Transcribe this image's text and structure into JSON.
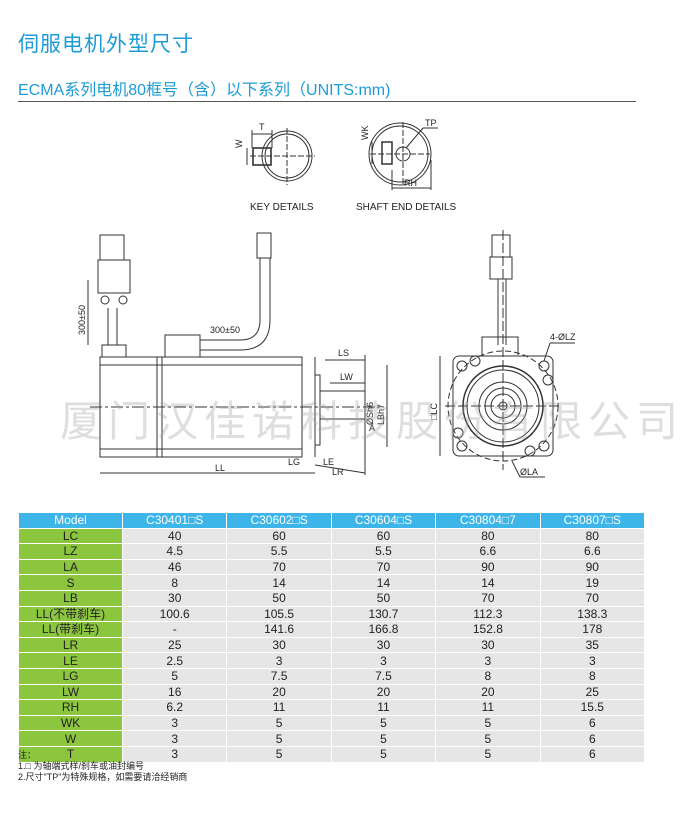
{
  "title": "伺服电机外型尺寸",
  "subtitle": "ECMA系列电机80框号（含）以下系列（UNITS:mm)",
  "drawing_labels": {
    "key_details": "KEY DETAILS",
    "shaft_end_details": "SHAFT END DETAILS",
    "T": "T",
    "W": "W",
    "WK": "WK",
    "TP": "TP",
    "RH": "RH",
    "cable1": "300±50",
    "cable2": "300±50",
    "LS": "LS",
    "LW": "LW",
    "S": "ØSh6",
    "LB": "LBh7",
    "A": "A",
    "LG": "LG",
    "LE": "LE",
    "LL": "LL",
    "LR": "LR",
    "LZ": "4-ØLZ",
    "LC": "□LC",
    "LA": "ØLA"
  },
  "watermark": "厦门汉佳诺科技股份有限公司",
  "table": {
    "headers": [
      "Model",
      "C30401□S",
      "C30602□S",
      "C30604□S",
      "C30804□7",
      "C30807□S"
    ],
    "rows": [
      [
        "LC",
        "40",
        "60",
        "60",
        "80",
        "80"
      ],
      [
        "LZ",
        "4.5",
        "5.5",
        "5.5",
        "6.6",
        "6.6"
      ],
      [
        "LA",
        "46",
        "70",
        "70",
        "90",
        "90"
      ],
      [
        "S",
        "8",
        "14",
        "14",
        "14",
        "19"
      ],
      [
        "LB",
        "30",
        "50",
        "50",
        "70",
        "70"
      ],
      [
        "LL(不带刹车)",
        "100.6",
        "105.5",
        "130.7",
        "112.3",
        "138.3"
      ],
      [
        "LL(带刹车)",
        "-",
        "141.6",
        "166.8",
        "152.8",
        "178"
      ],
      [
        "LR",
        "25",
        "30",
        "30",
        "30",
        "35"
      ],
      [
        "LE",
        "2.5",
        "3",
        "3",
        "3",
        "3"
      ],
      [
        "LG",
        "5",
        "7.5",
        "7.5",
        "8",
        "8"
      ],
      [
        "LW",
        "16",
        "20",
        "20",
        "20",
        "25"
      ],
      [
        "RH",
        "6.2",
        "11",
        "11",
        "11",
        "15.5"
      ],
      [
        "WK",
        "3",
        "5",
        "5",
        "5",
        "6"
      ],
      [
        "W",
        "3",
        "5",
        "5",
        "5",
        "6"
      ],
      [
        "T",
        "3",
        "5",
        "5",
        "5",
        "6"
      ]
    ]
  },
  "notes": [
    "注：",
    "1.□ 为轴端式样/刹车或油封编号",
    "2.尺寸\"TP\"为特殊规格，如需要请洽经销商"
  ],
  "colors": {
    "accent": "#1c9bd7",
    "header": "#3db5e8",
    "label_cell": "#8cc63e",
    "value_cell": "#e6e6e6"
  }
}
